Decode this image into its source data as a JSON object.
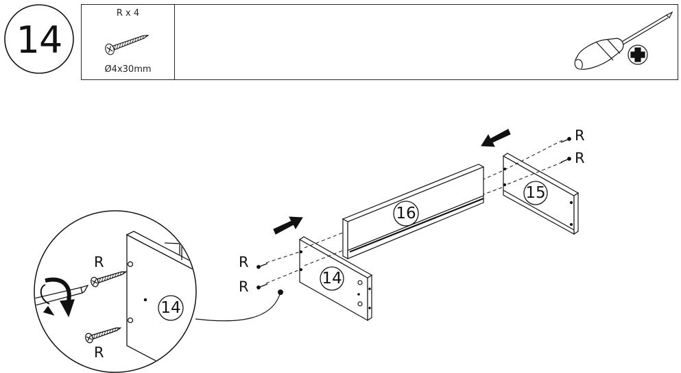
{
  "step": {
    "number": "14"
  },
  "parts": {
    "screw_count": "R x 4",
    "screw_size": "Ø4x30mm"
  },
  "icons": {
    "tool": "phillips-screwdriver-icon",
    "hardware": "screw-icon"
  },
  "panels": {
    "left": "14",
    "middle": "16",
    "right": "15"
  },
  "zoom_detail": {
    "panel_label": "14",
    "screw_labels": [
      "R",
      "R"
    ]
  },
  "screw_labels": {
    "left": [
      "R",
      "R"
    ],
    "right": [
      "R",
      "R"
    ]
  }
}
